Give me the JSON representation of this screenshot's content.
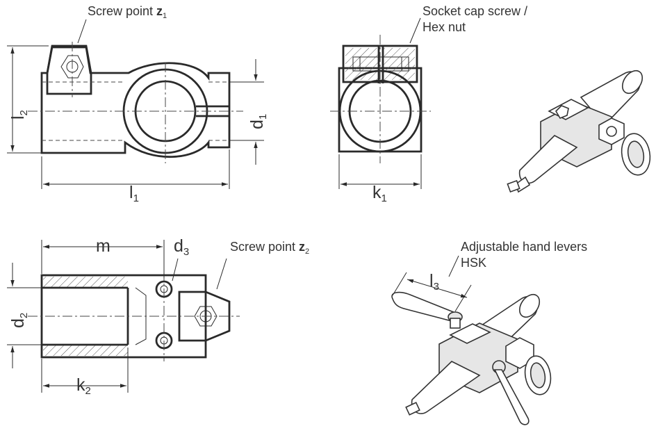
{
  "labels": {
    "screw_point_z1": {
      "text": "Screw point ",
      "bold": "z",
      "sub": "1"
    },
    "socket_cap_screw": [
      "Socket cap screw /",
      "Hex nut"
    ],
    "screw_point_z2": {
      "text": "Screw point ",
      "bold": "z",
      "sub": "2"
    },
    "hand_levers": [
      "Adjustable hand levers",
      "HSK"
    ]
  },
  "dimensions": {
    "l1": {
      "main": "l",
      "sub": "1"
    },
    "l2": {
      "main": "l",
      "sub": "2"
    },
    "l3": {
      "main": "l",
      "sub": "3"
    },
    "d1": {
      "main": "d",
      "sub": "1"
    },
    "d2": {
      "main": "d",
      "sub": "2"
    },
    "d3": {
      "main": "d",
      "sub": "3"
    },
    "k1": {
      "main": "k",
      "sub": "1"
    },
    "k2": {
      "main": "k",
      "sub": "2"
    },
    "m": {
      "main": "m"
    }
  }
}
